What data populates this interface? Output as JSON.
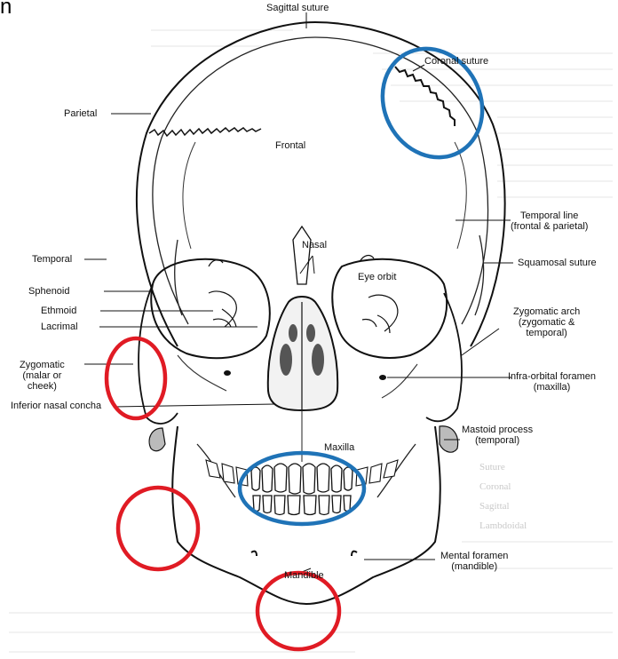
{
  "corner_fragment": "n",
  "labels": {
    "sagittal_suture": "Sagittal suture",
    "coronal_suture": "Coronal suture",
    "parietal": "Parietal",
    "frontal": "Frontal",
    "temporal_line": "Temporal line\n(frontal & parietal)",
    "nasal": "Nasal",
    "temporal": "Temporal",
    "squamosal_suture": "Squamosal suture",
    "eye_orbit": "Eye orbit",
    "sphenoid": "Sphenoid",
    "ethmoid": "Ethmoid",
    "lacrimal": "Lacrimal",
    "zygomatic_arch": "Zygomatic arch\n(zygomatic &\ntemporal)",
    "zygomatic": "Zygomatic\n(malar or\ncheek)",
    "infra_orbital_foramen": "Infra-orbital foramen\n(maxilla)",
    "inferior_nasal_concha": "Inferior nasal concha",
    "mastoid_process": "Mastoid process\n(temporal)",
    "maxilla": "Maxilla",
    "mental_foramen": "Mental foramen\n(mandible)",
    "mandible": "Mandible"
  },
  "highlights": {
    "blue_color": "#1f73b7",
    "red_color": "#e01b24",
    "blue_regions": [
      "coronal-suture",
      "teeth"
    ],
    "red_regions": [
      "zygomatic",
      "mandible-angle",
      "chin"
    ]
  },
  "background_text": {
    "line_1": "Suture",
    "line_2": "Coronal",
    "line_3": "Sagittal",
    "line_4": "Lambdoidal"
  }
}
